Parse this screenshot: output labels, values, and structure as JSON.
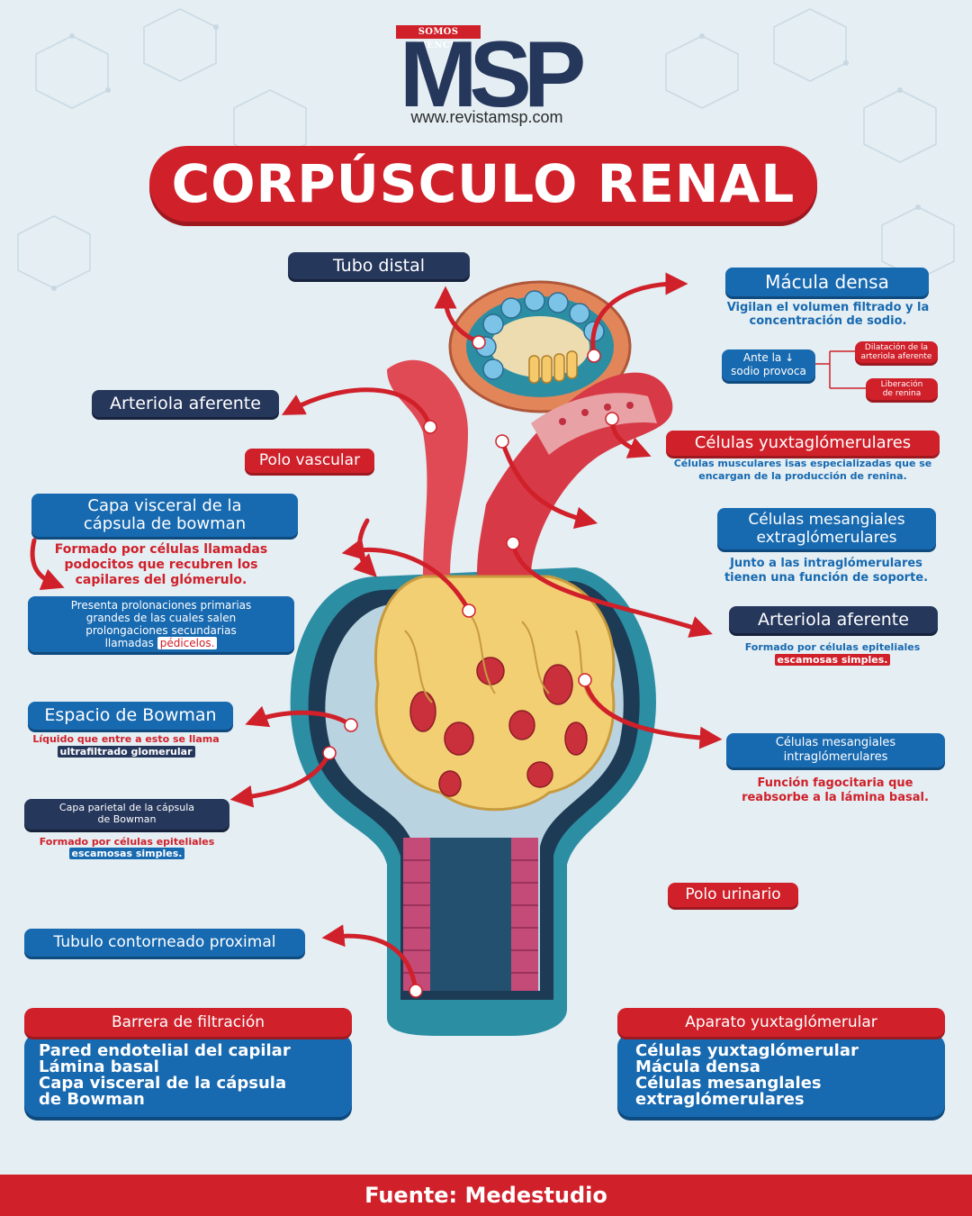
{
  "brand": {
    "tag": "SOMOS CIENCIA",
    "logo": "MSP",
    "url": "www.revistamsp.com"
  },
  "title": "CORPÚSCULO RENAL",
  "labels": {
    "tubo_distal": "Tubo distal",
    "macula_densa": "Mácula densa",
    "macula_densa_desc": "Vigilan el volumen filtrado y la concentración de sodio.",
    "ante_line1": "Ante la ↓",
    "ante_line2": "sodio provoca",
    "dilatacion_line1": "Dilatación de la",
    "dilatacion_line2": "arteriola aferente",
    "liberacion_line1": "Liberación",
    "liberacion_line2": "de renina",
    "arteriola_aferente_1": "Arteriola aferente",
    "polo_vascular": "Polo vascular",
    "celulas_yuxta": "Células yuxtaglómerulares",
    "celulas_yuxta_desc_1": "Células musculares isas especializadas que se",
    "celulas_yuxta_desc_2": "encargan de la producción de renina.",
    "capa_visceral_line1": "Capa visceral de la",
    "capa_visceral_line2": "cápsula de bowman",
    "capa_visceral_desc_1": "Formado por células llamadas",
    "capa_visceral_desc_2": "podocitos que recubren los",
    "capa_visceral_desc_3": "capilares del glómerulo.",
    "prolongaciones_1": "Presenta prolonaciones primarias",
    "prolongaciones_2": "grandes de las cuales salen",
    "prolongaciones_3": "prolongaciones secundarias",
    "prolongaciones_4": "llamadas",
    "prolongaciones_hl": "pédicelos.",
    "mesangiales_extra_line1": "Células mesangiales",
    "mesangiales_extra_line2": "extraglómerulares",
    "mesangiales_extra_desc_1": "Junto a las intraglómerulares",
    "mesangiales_extra_desc_2": "tienen una función de soporte.",
    "arteriola_aferente_2": "Arteriola aferente",
    "arteriola_aferente_2_desc": "Formado por células epiteliales",
    "arteriola_aferente_2_hl": "escamosas simples.",
    "espacio_bowman": "Espacio de Bowman",
    "espacio_bowman_desc": "Líquido que entre a esto se llama",
    "espacio_bowman_hl": "ultrafiltrado glomerular",
    "mesangiales_intra_line1": "Células mesangiales",
    "mesangiales_intra_line2": "intraglómerulares",
    "mesangiales_intra_desc_1": "Función fagocitaria que",
    "mesangiales_intra_desc_2": "reabsorbe a la lámina basal.",
    "capa_parietal_line1": "Capa parietal de la cápsula",
    "capa_parietal_line2": "de Bowman",
    "capa_parietal_desc": "Formado por células epiteliales",
    "capa_parietal_hl": "escamosas simples.",
    "polo_urinario": "Polo urinario",
    "tubulo_proximal": "Tubulo contorneado proximal"
  },
  "barrera": {
    "title": "Barrera de filtración",
    "items": [
      "Pared endotelial del capilar",
      "Lámina basal",
      "Capa visceral de la cápsula",
      "de Bowman"
    ]
  },
  "aparato": {
    "title": "Aparato yuxtaglómerular",
    "items": [
      "Células yuxtaglómerular",
      "Mácula densa",
      "Células mesanglales",
      "extraglómerulares"
    ]
  },
  "footer": "Fuente: Medestudio",
  "colors": {
    "red": "#d0202a",
    "navy": "#26375c",
    "blue": "#1769b0",
    "background": "#e4eef3",
    "capsule_teal": "#2b8ea3",
    "glomerulus_yellow": "#f3cf74"
  }
}
